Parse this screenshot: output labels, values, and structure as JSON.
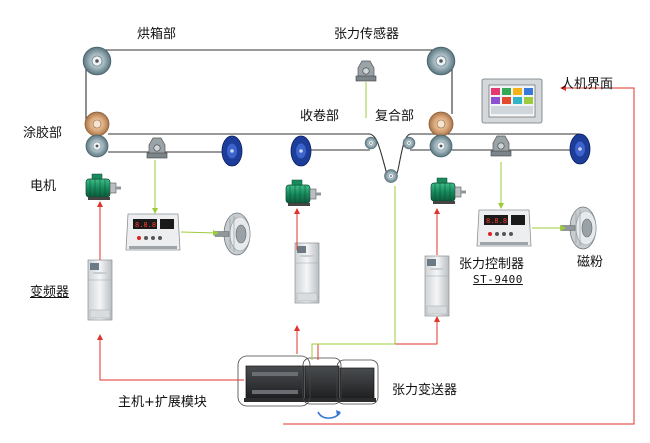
{
  "labels": {
    "oven": "烘箱部",
    "tension_sensor": "张力传感器",
    "hmi": "人机界面",
    "coating": "涂胶部",
    "winding": "收卷部",
    "laminating": "复合部",
    "motor": "电机",
    "inverter": "变频器",
    "tension_controller": "张力控制器",
    "controller_model": "ST-9400",
    "magnetic_powder": "磁粉",
    "plc_main": "主机+扩展模块",
    "tension_transmitter": "张力变送器"
  },
  "colors": {
    "signal_red": "#e0332b",
    "signal_green": "#9ecb3c",
    "web_line": "#333333",
    "roll_blue": "#1d3d9b",
    "roll_tan": "#d9a77a",
    "roller_grey": "#7f98a2"
  },
  "icons": {
    "motor": "green-motor-icon",
    "inverter": "inverter-cabinet-icon",
    "controller": "tension-controller-icon",
    "brake": "magnetic-powder-brake-icon",
    "sensor": "tension-sensor-icon",
    "hmi": "touch-panel-icon",
    "plc": "plc-module-icon"
  }
}
